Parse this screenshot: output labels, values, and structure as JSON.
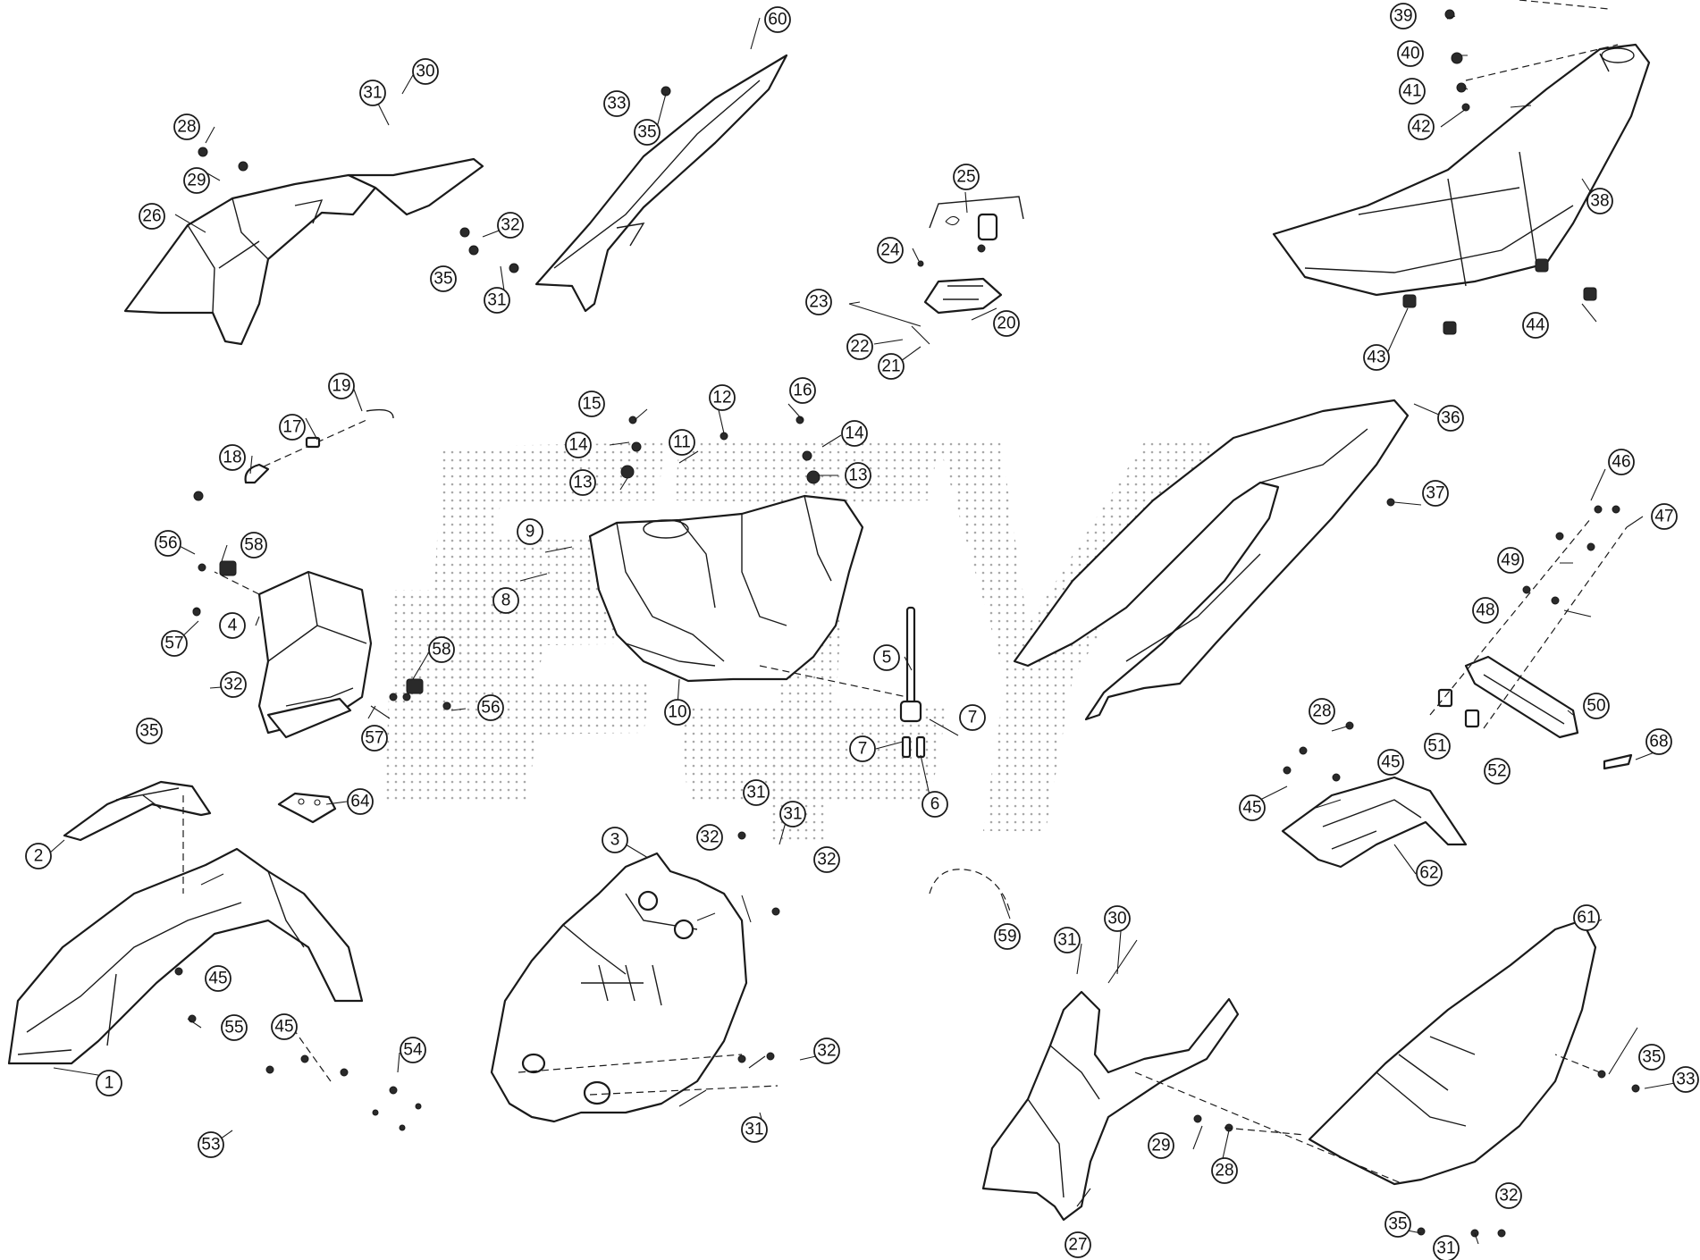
{
  "colors": {
    "line": "#1a1a1a",
    "background": "#ffffff",
    "watermark_dots": "#9a9a9a"
  },
  "callouts": [
    {
      "label": "1"
    },
    {
      "label": "2"
    },
    {
      "label": "3"
    },
    {
      "label": "4"
    },
    {
      "label": "5"
    },
    {
      "label": "6"
    },
    {
      "label": "7"
    },
    {
      "label": "7"
    },
    {
      "label": "8"
    },
    {
      "label": "9"
    },
    {
      "label": "10"
    },
    {
      "label": "11"
    },
    {
      "label": "12"
    },
    {
      "label": "13"
    },
    {
      "label": "13"
    },
    {
      "label": "14"
    },
    {
      "label": "14"
    },
    {
      "label": "15"
    },
    {
      "label": "16"
    },
    {
      "label": "17"
    },
    {
      "label": "18"
    },
    {
      "label": "19"
    },
    {
      "label": "20"
    },
    {
      "label": "21"
    },
    {
      "label": "22"
    },
    {
      "label": "23"
    },
    {
      "label": "24"
    },
    {
      "label": "25"
    },
    {
      "label": "26"
    },
    {
      "label": "27"
    },
    {
      "label": "28"
    },
    {
      "label": "28"
    },
    {
      "label": "28"
    },
    {
      "label": "29"
    },
    {
      "label": "29"
    },
    {
      "label": "30"
    },
    {
      "label": "30"
    },
    {
      "label": "31"
    },
    {
      "label": "31"
    },
    {
      "label": "31"
    },
    {
      "label": "31"
    },
    {
      "label": "31"
    },
    {
      "label": "31"
    },
    {
      "label": "31"
    },
    {
      "label": "32"
    },
    {
      "label": "32"
    },
    {
      "label": "32"
    },
    {
      "label": "32"
    },
    {
      "label": "32"
    },
    {
      "label": "32"
    },
    {
      "label": "33"
    },
    {
      "label": "33"
    },
    {
      "label": "35"
    },
    {
      "label": "35"
    },
    {
      "label": "35"
    },
    {
      "label": "35"
    },
    {
      "label": "35"
    },
    {
      "label": "36"
    },
    {
      "label": "37"
    },
    {
      "label": "38"
    },
    {
      "label": "39"
    },
    {
      "label": "40"
    },
    {
      "label": "41"
    },
    {
      "label": "42"
    },
    {
      "label": "43"
    },
    {
      "label": "44"
    },
    {
      "label": "45"
    },
    {
      "label": "45"
    },
    {
      "label": "45"
    },
    {
      "label": "45"
    },
    {
      "label": "46"
    },
    {
      "label": "47"
    },
    {
      "label": "48"
    },
    {
      "label": "49"
    },
    {
      "label": "50"
    },
    {
      "label": "51"
    },
    {
      "label": "52"
    },
    {
      "label": "53"
    },
    {
      "label": "54"
    },
    {
      "label": "55"
    },
    {
      "label": "56"
    },
    {
      "label": "56"
    },
    {
      "label": "57"
    },
    {
      "label": "57"
    },
    {
      "label": "58"
    },
    {
      "label": "58"
    },
    {
      "label": "59"
    },
    {
      "label": "60"
    },
    {
      "label": "61"
    },
    {
      "label": "62"
    },
    {
      "label": "64"
    },
    {
      "label": "68"
    }
  ]
}
